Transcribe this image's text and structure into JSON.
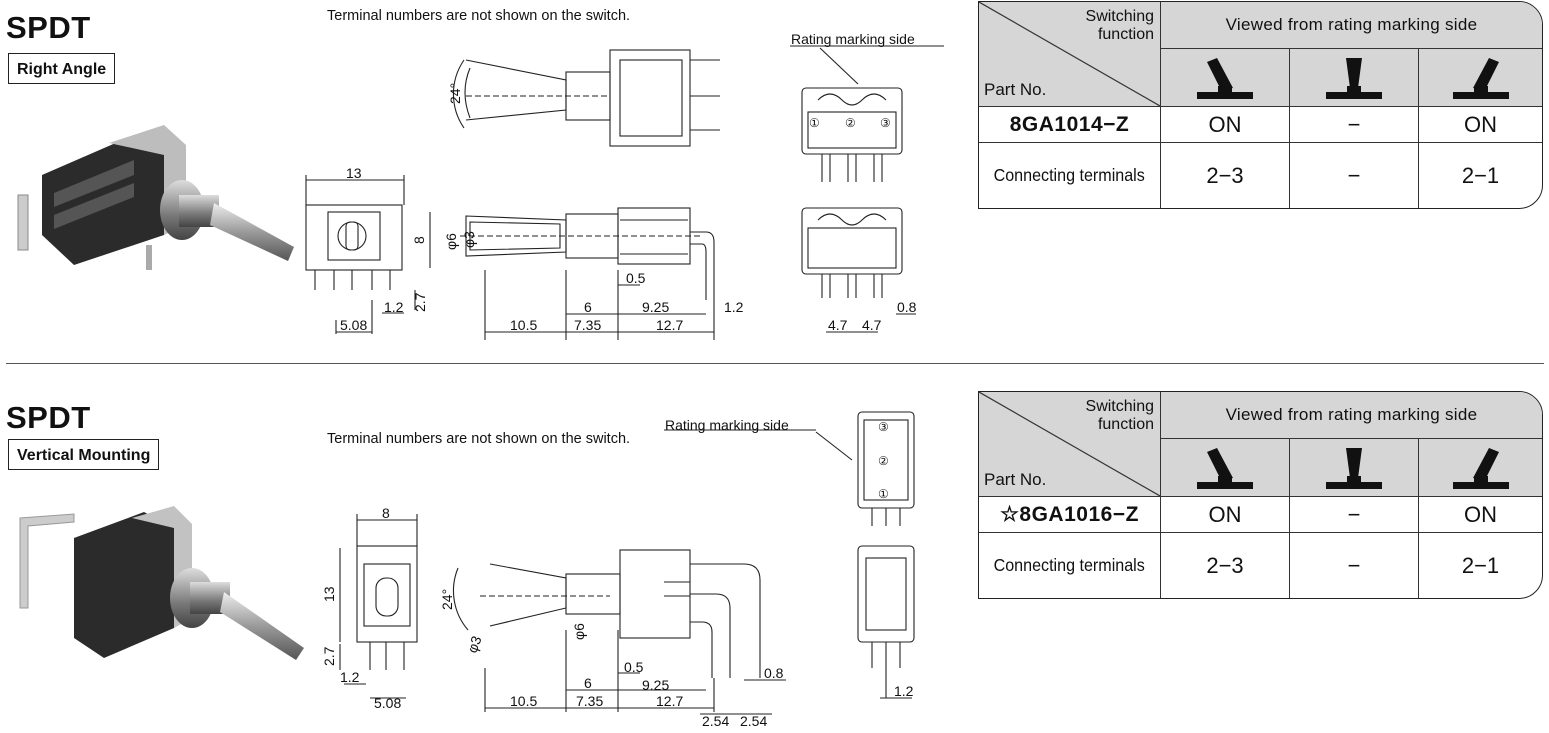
{
  "sections": [
    {
      "title": "SPDT",
      "mount_type": "Right Angle",
      "note": "Terminal numbers are not shown on the switch.",
      "rating_label": "Rating marking side",
      "terminal_numbers": [
        "①",
        "②",
        "③"
      ],
      "dims_front": {
        "width": "13",
        "height": "8",
        "lead": "2.7",
        "pin": "1.2",
        "pitch": "5.08"
      },
      "dims_side": {
        "angle": "24°",
        "dia_big": "φ6",
        "dia_small": "φ3",
        "d05": "0.5",
        "d6": "6",
        "d925": "9.25",
        "d12": "1.2",
        "d105": "10.5",
        "d735": "7.35",
        "d127": "12.7"
      },
      "dims_end": {
        "d47a": "4.7",
        "d47b": "4.7",
        "d08": "0.8"
      },
      "table": {
        "switching_function": "Switching\nfunction",
        "part_no_label": "Part No.",
        "viewed_from": "Viewed from rating marking side",
        "part_no": "8GA1014−Z",
        "positions": [
          "ON",
          "−",
          "ON"
        ],
        "connecting_label": "Connecting terminals",
        "connecting": [
          "2−3",
          "−",
          "2−1"
        ]
      }
    },
    {
      "title": "SPDT",
      "mount_type": "Vertical Mounting",
      "note": "Terminal numbers are not shown on the switch.",
      "rating_label": "Rating marking side",
      "terminal_numbers": [
        "③",
        "②",
        "①"
      ],
      "dims_front": {
        "width": "8",
        "height": "13",
        "lead": "2.7",
        "pin": "1.2",
        "pitch": "5.08"
      },
      "dims_side": {
        "angle": "24°",
        "dia_big": "φ6",
        "dia_small": "φ3",
        "d05": "0.5",
        "d6": "6",
        "d925": "9.25",
        "d08": "0.8",
        "d105": "10.5",
        "d735": "7.35",
        "d127": "12.7",
        "d254a": "2.54",
        "d254b": "2.54"
      },
      "dims_end": {
        "d12": "1.2"
      },
      "table": {
        "switching_function": "Switching\nfunction",
        "part_no_label": "Part No.",
        "viewed_from": "Viewed from rating marking side",
        "part_no": "☆8GA1016−Z",
        "positions": [
          "ON",
          "−",
          "ON"
        ],
        "connecting_label": "Connecting terminals",
        "connecting": [
          "2−3",
          "−",
          "2−1"
        ]
      }
    }
  ]
}
